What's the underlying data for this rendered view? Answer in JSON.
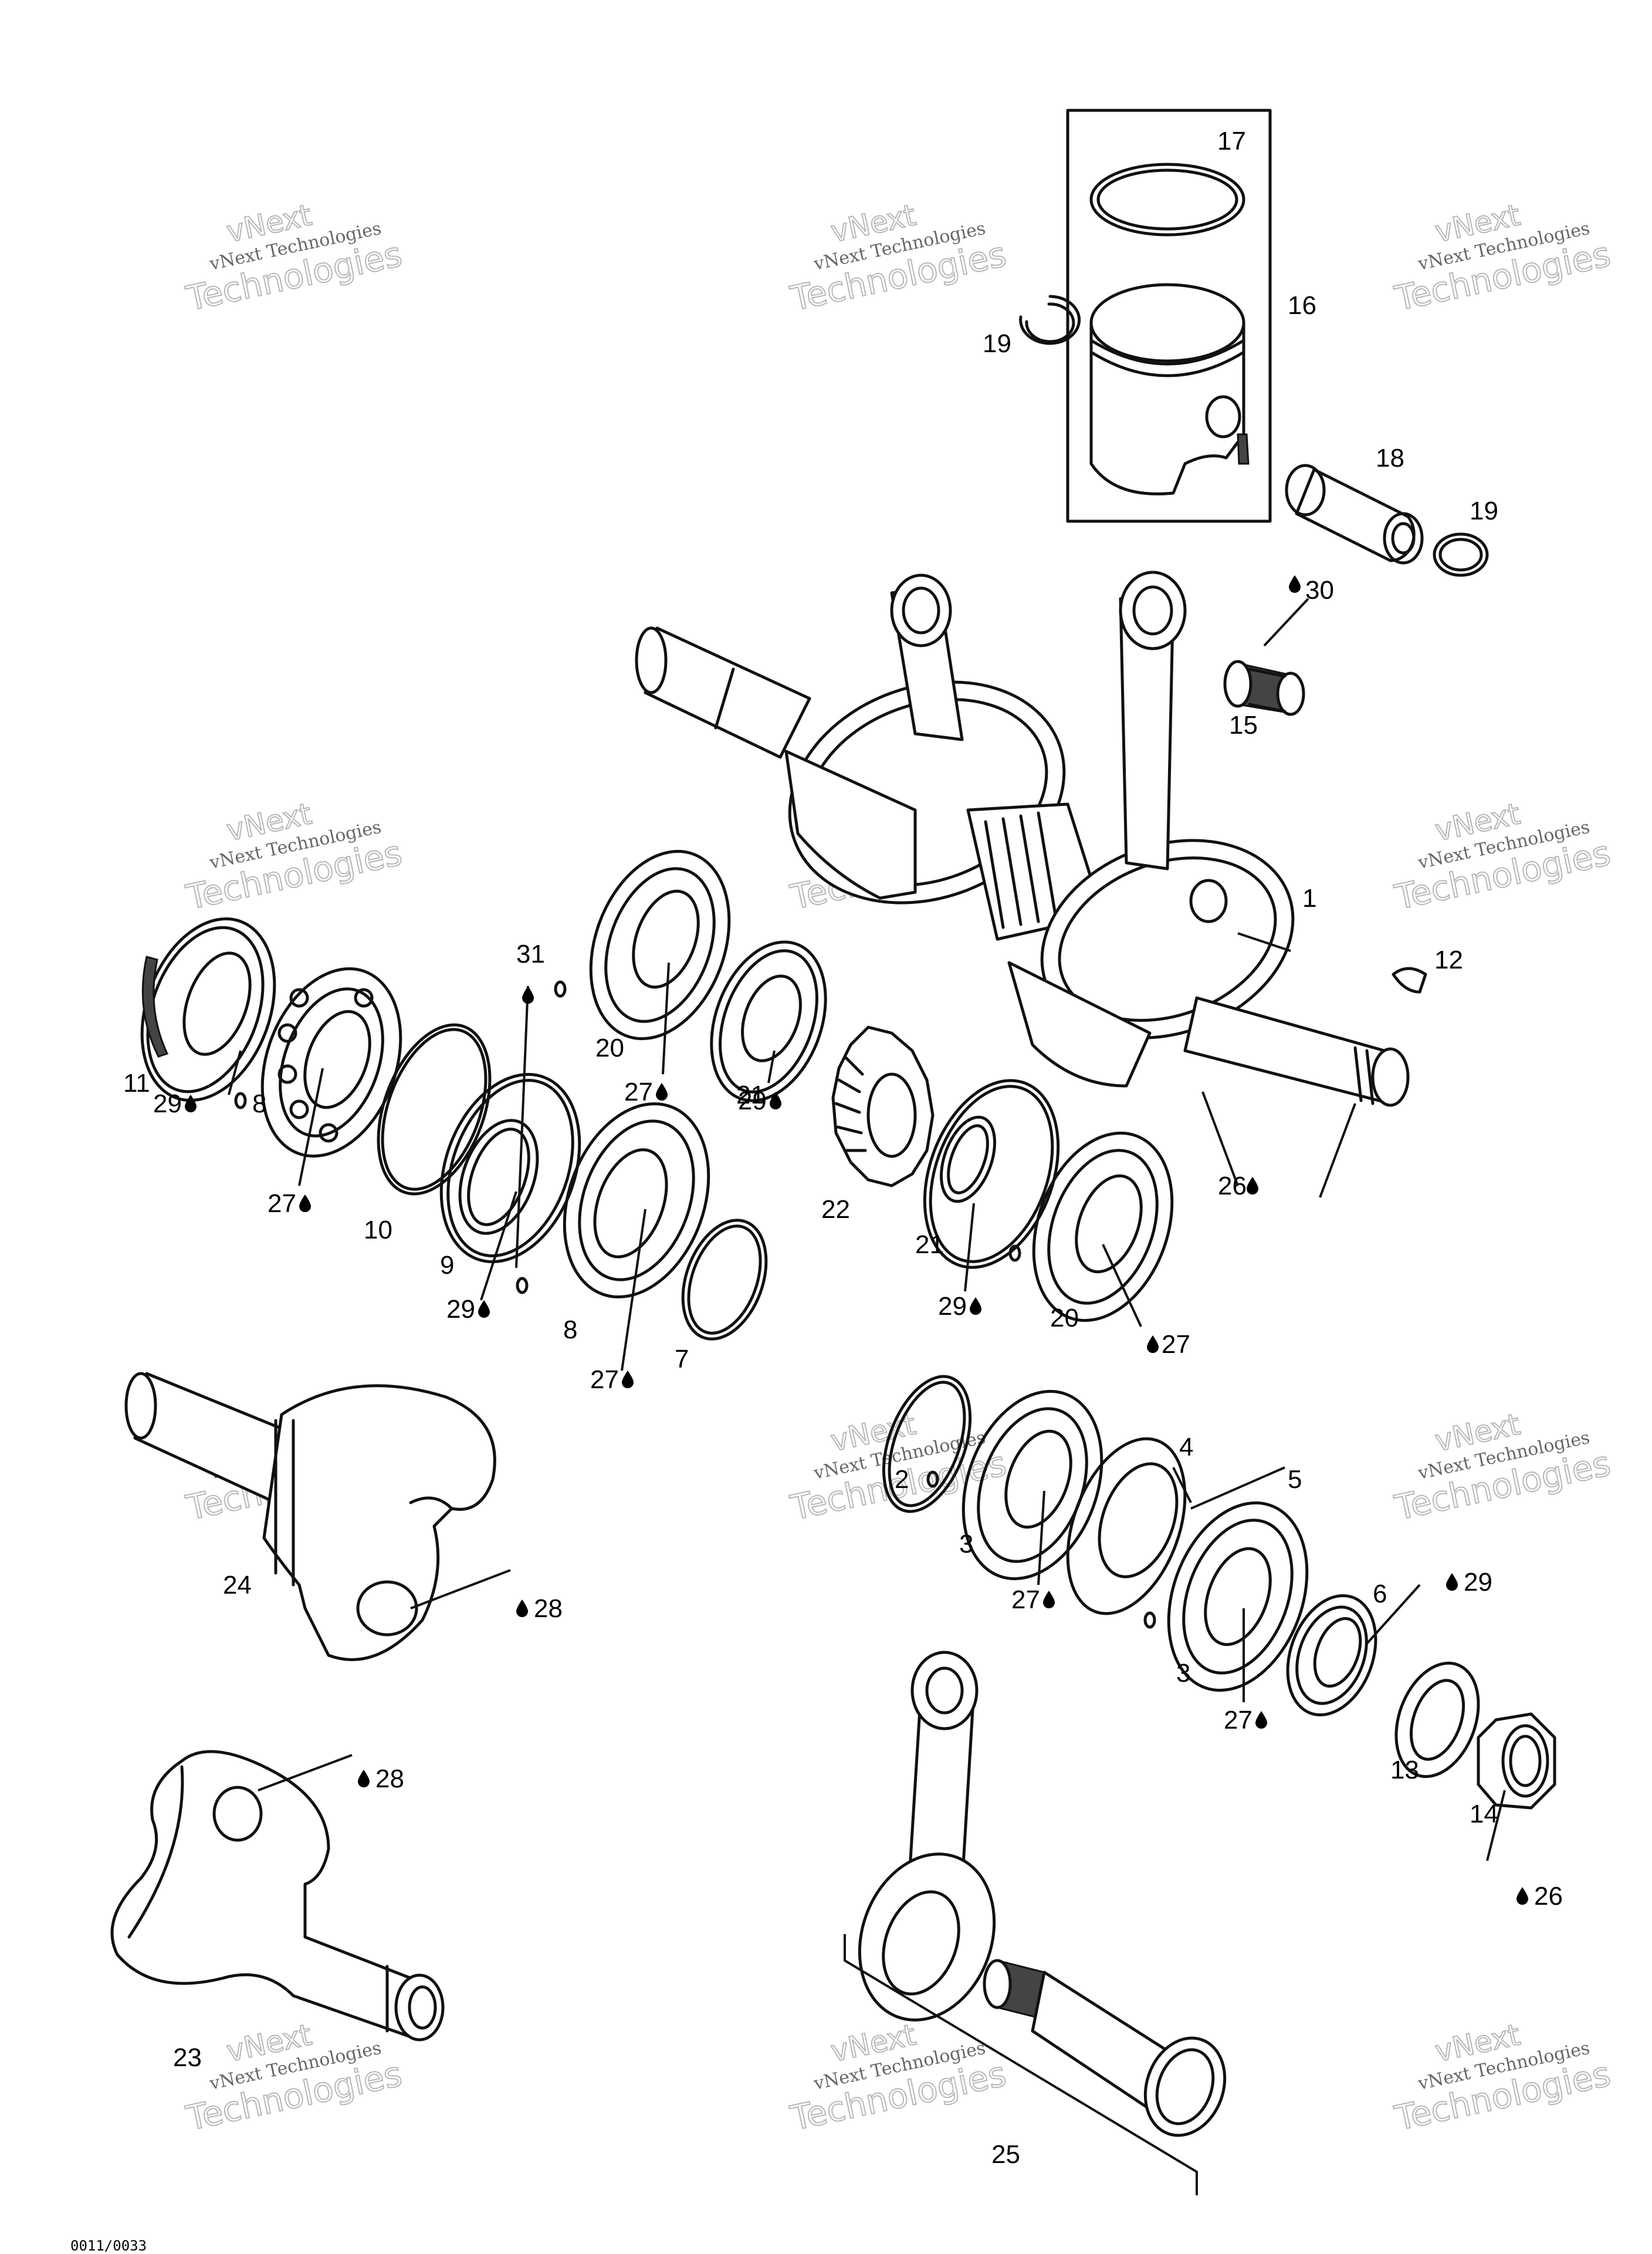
{
  "watermark": {
    "line1": "vNext Technologies",
    "line2": "Technologies",
    "line3": "vNext"
  },
  "footer_code": "0011/0033",
  "callouts": [
    {
      "id": "c17",
      "text": "17"
    },
    {
      "id": "c16",
      "text": "16"
    },
    {
      "id": "c19a",
      "text": "19"
    },
    {
      "id": "c18",
      "text": "18"
    },
    {
      "id": "c19b",
      "text": "19"
    },
    {
      "id": "c30",
      "text": "30"
    },
    {
      "id": "c15",
      "text": "15"
    },
    {
      "id": "c1",
      "text": "1"
    },
    {
      "id": "c12",
      "text": "12"
    },
    {
      "id": "c26a",
      "text": "26"
    },
    {
      "id": "c11",
      "text": "11"
    },
    {
      "id": "c29a",
      "text": "29"
    },
    {
      "id": "c8a",
      "text": "8"
    },
    {
      "id": "c27a",
      "text": "27"
    },
    {
      "id": "c10",
      "text": "10"
    },
    {
      "id": "c31",
      "text": "31"
    },
    {
      "id": "c9",
      "text": "9"
    },
    {
      "id": "c29b",
      "text": "29"
    },
    {
      "id": "c8b",
      "text": "8"
    },
    {
      "id": "c27b",
      "text": "27"
    },
    {
      "id": "c7",
      "text": "7"
    },
    {
      "id": "c20a",
      "text": "20"
    },
    {
      "id": "c27c",
      "text": "27"
    },
    {
      "id": "c21a",
      "text": "21"
    },
    {
      "id": "c29c",
      "text": "29"
    },
    {
      "id": "c22",
      "text": "22"
    },
    {
      "id": "c21b",
      "text": "21"
    },
    {
      "id": "c29d",
      "text": "29"
    },
    {
      "id": "c20b",
      "text": "20"
    },
    {
      "id": "c27d",
      "text": "27"
    },
    {
      "id": "c24",
      "text": "24"
    },
    {
      "id": "c28a",
      "text": "28"
    },
    {
      "id": "c2",
      "text": "2"
    },
    {
      "id": "c3a",
      "text": "3"
    },
    {
      "id": "c4",
      "text": "4"
    },
    {
      "id": "c5",
      "text": "5"
    },
    {
      "id": "c27e",
      "text": "27"
    },
    {
      "id": "c6",
      "text": "6"
    },
    {
      "id": "c29e",
      "text": "29"
    },
    {
      "id": "c3b",
      "text": "3"
    },
    {
      "id": "c27f",
      "text": "27"
    },
    {
      "id": "c13",
      "text": "13"
    },
    {
      "id": "c14",
      "text": "14"
    },
    {
      "id": "c26b",
      "text": "26"
    },
    {
      "id": "c28b",
      "text": "28"
    },
    {
      "id": "c23",
      "text": "23"
    },
    {
      "id": "c25",
      "text": "25"
    }
  ]
}
